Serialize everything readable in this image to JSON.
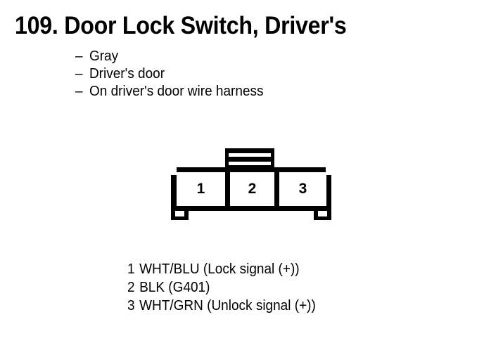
{
  "page": {
    "title": "109. Door Lock Switch, Driver's",
    "background_color": "#ffffff",
    "ink_color": "#000000"
  },
  "description": {
    "dash": "–",
    "items": [
      {
        "text": "Gray"
      },
      {
        "text": "Driver's door"
      },
      {
        "text": "On driver's door wire harness"
      }
    ]
  },
  "connector": {
    "name": "3-cavity connector",
    "cavities": [
      {
        "number": "1"
      },
      {
        "number": "2"
      },
      {
        "number": "3"
      }
    ]
  },
  "pin_legend": [
    {
      "number": "1",
      "text": "WHT/BLU (Lock signal (+))"
    },
    {
      "number": "2",
      "text": "BLK (G401)"
    },
    {
      "number": "3",
      "text": "WHT/GRN (Unlock signal (+))"
    }
  ]
}
